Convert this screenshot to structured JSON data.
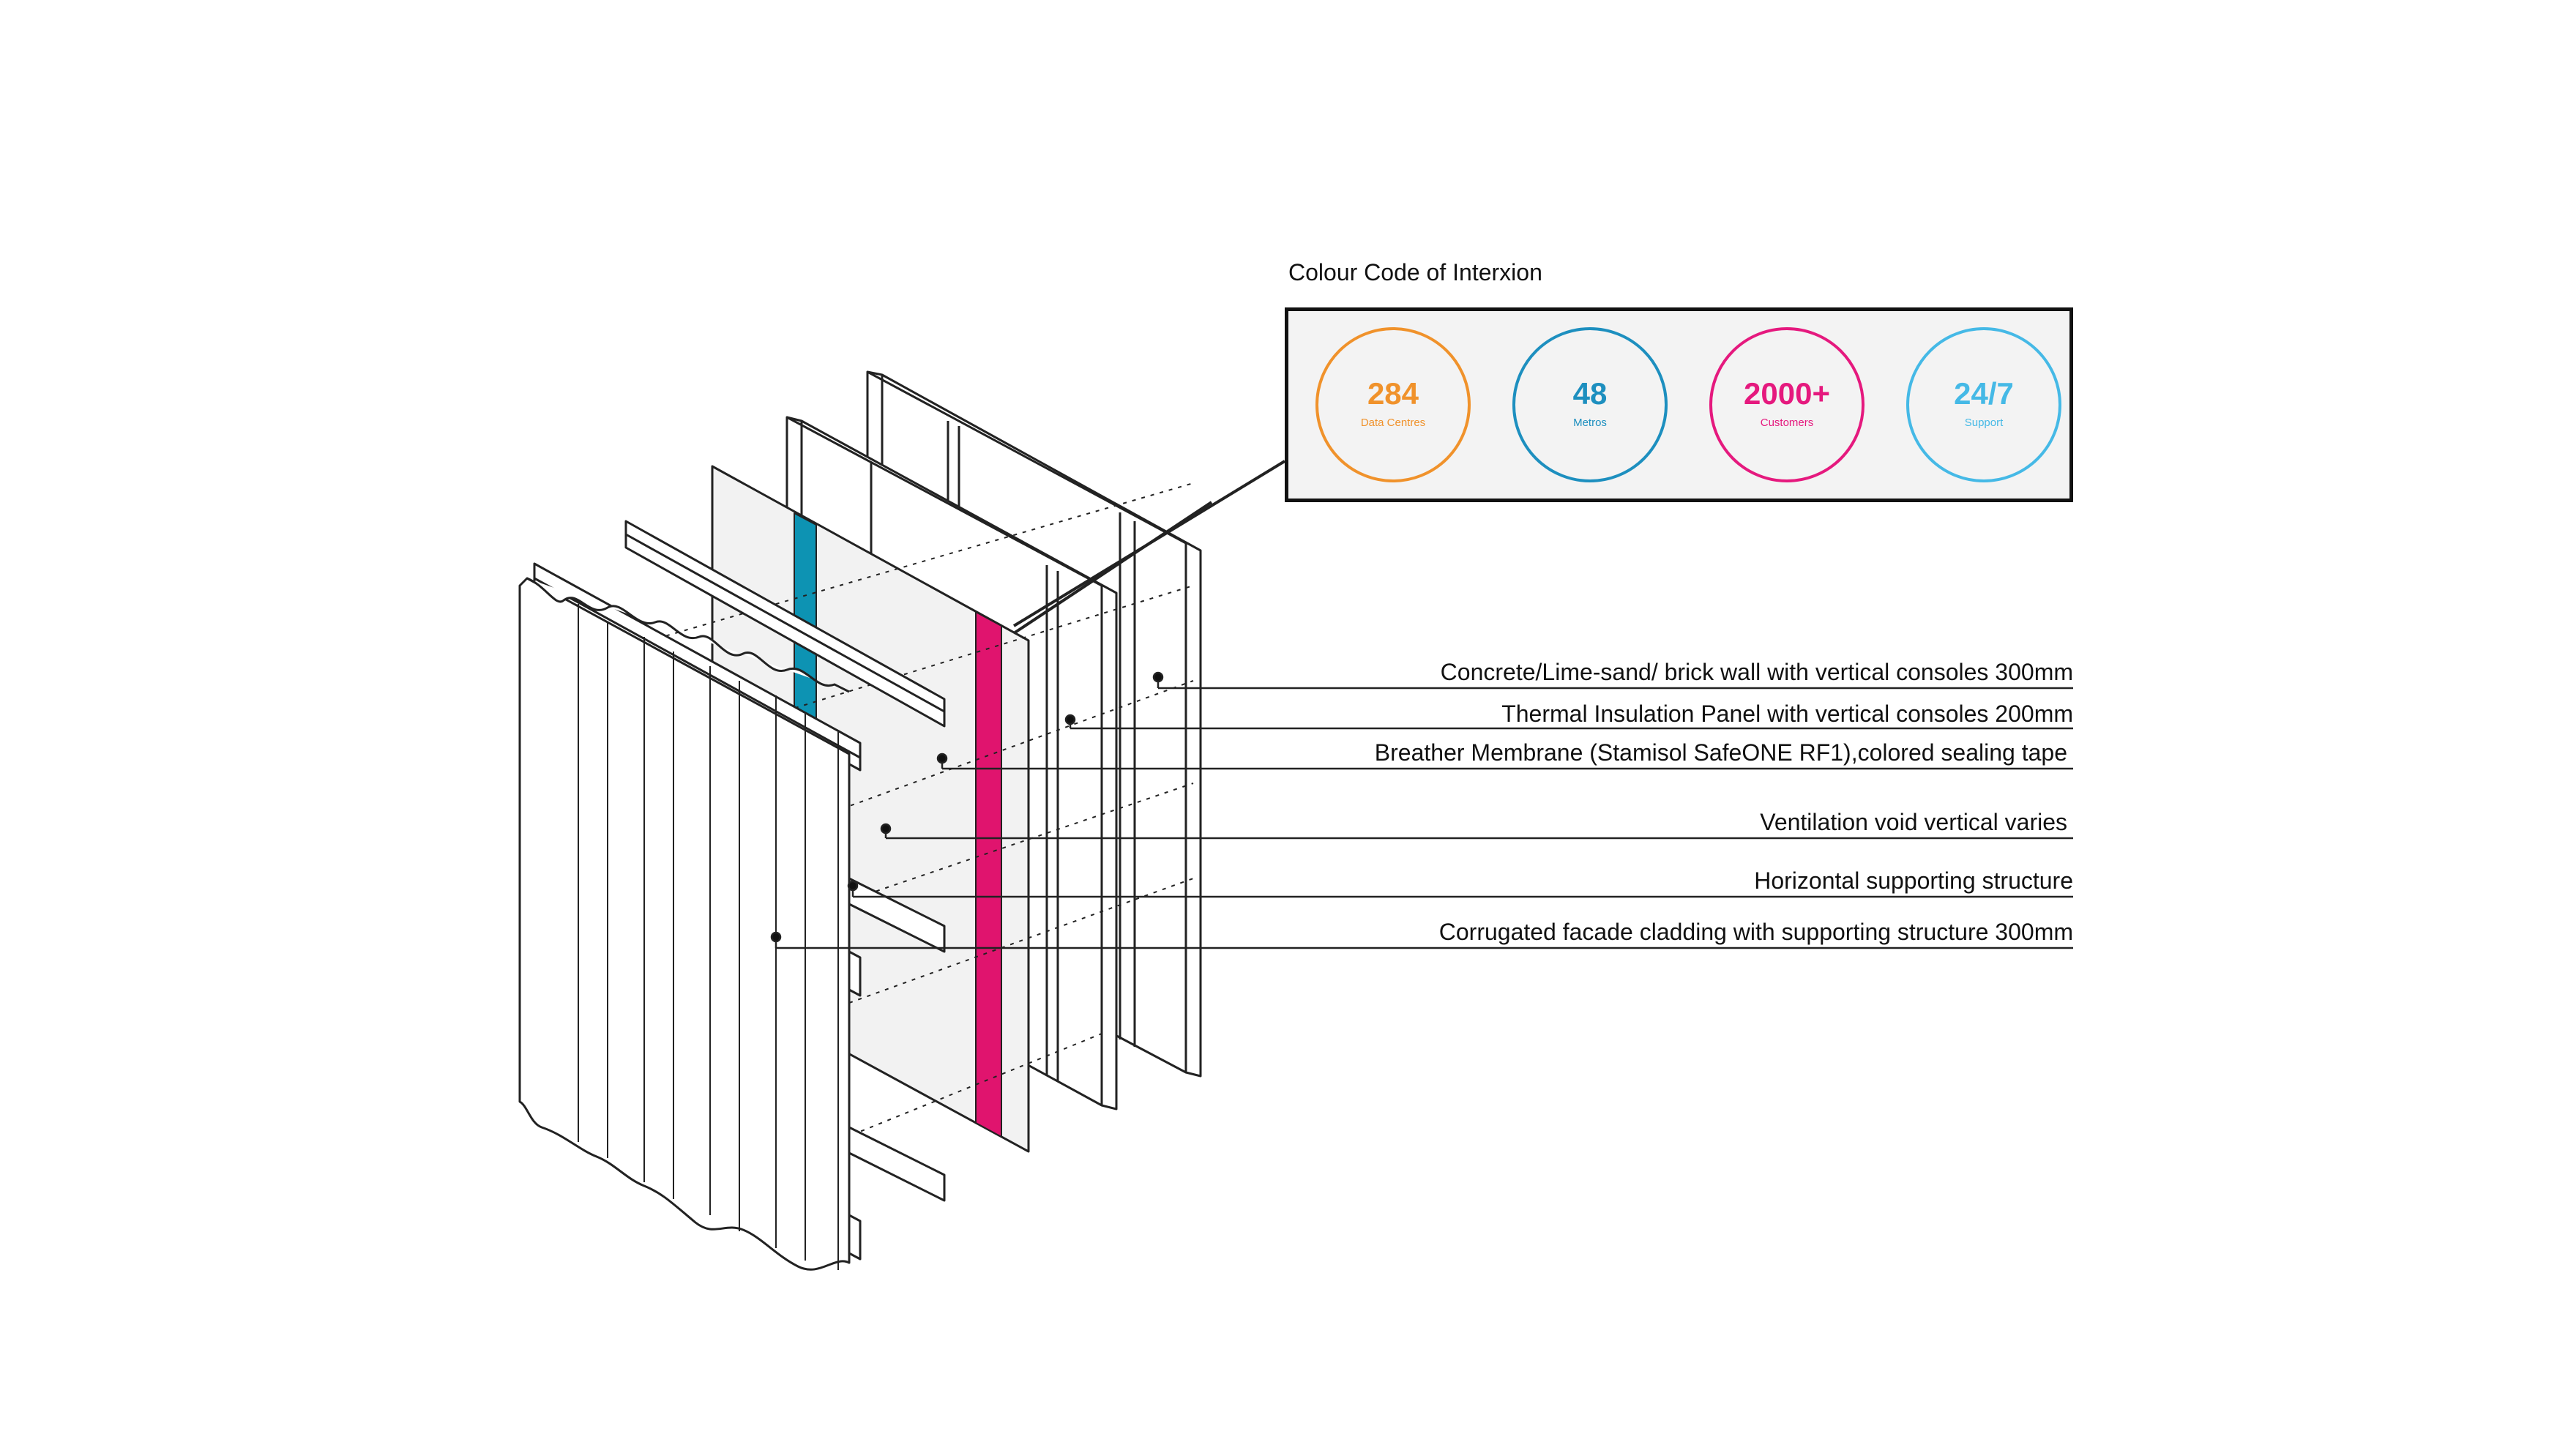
{
  "legend": {
    "title": "Colour Code of Interxion",
    "stats": [
      {
        "value": "284",
        "label": "Data Centres",
        "color": "#f0922b"
      },
      {
        "value": "48",
        "label": "Metros",
        "color": "#1d8fbf"
      },
      {
        "value": "2000+",
        "label": "Customers",
        "color": "#e5197e"
      },
      {
        "value": "24/7",
        "label": "Support",
        "color": "#45b9e6"
      }
    ]
  },
  "callouts": [
    {
      "text": "Concrete/Lime-sand/ brick wall with vertical consoles 300mm"
    },
    {
      "text": "Thermal Insulation Panel with vertical consoles 200mm"
    },
    {
      "text": "Breather Membrane (Stamisol SafeONE RF1),colored sealing tape"
    },
    {
      "text": "Ventilation void vertical varies"
    },
    {
      "text": "Horizontal supporting structure"
    },
    {
      "text": "Corrugated facade cladding with supporting structure 300mm"
    }
  ],
  "colors": {
    "tape_magenta": "#e0146e",
    "tape_cyan": "#0d93b3",
    "membrane_fill": "#f2f2f2",
    "line": "#222222"
  }
}
